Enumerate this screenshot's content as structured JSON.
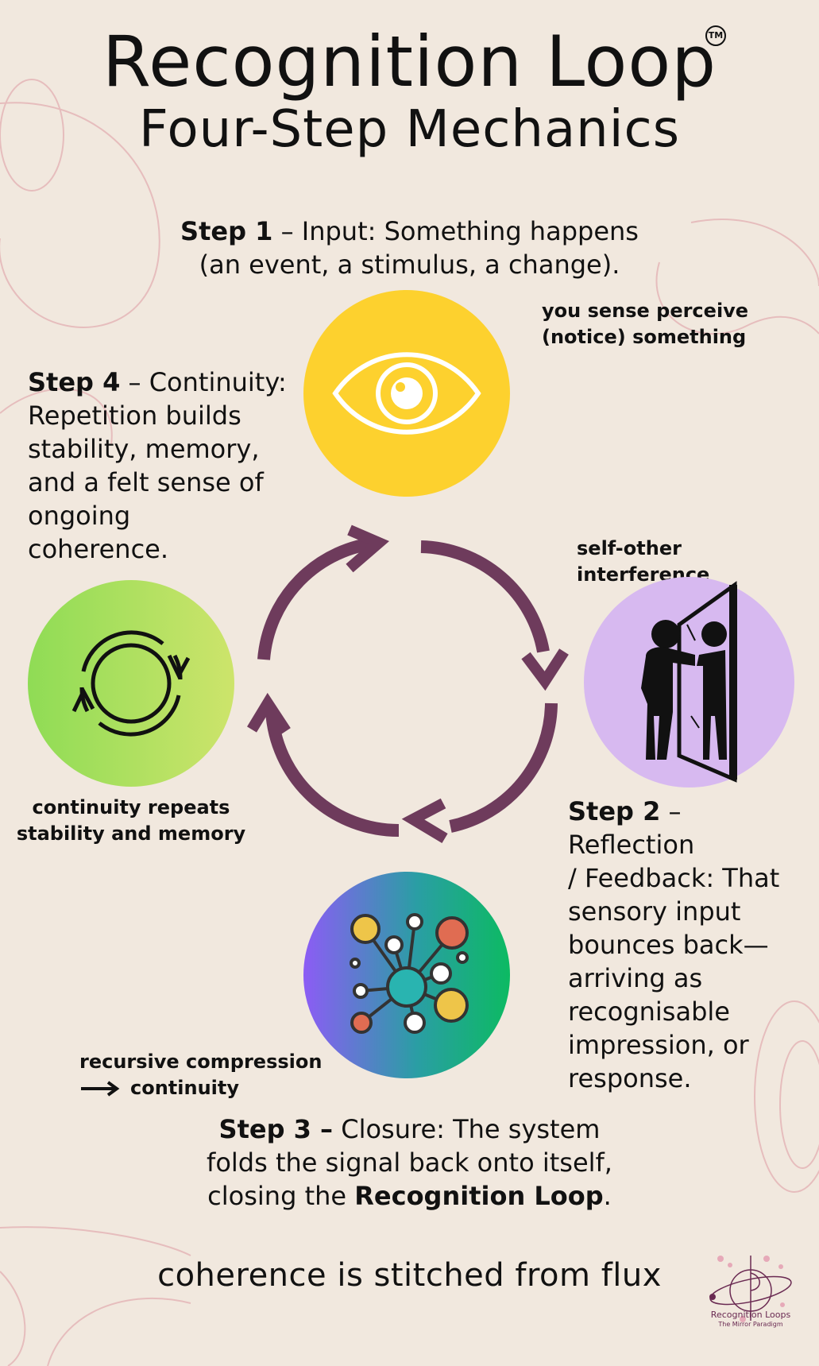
{
  "title": {
    "line1": "Recognition Loop",
    "trademark": "TM",
    "line2": "Four-Step Mechanics"
  },
  "steps": [
    {
      "label": "Step 1",
      "text_line1": " – Input: Something happens",
      "text_line2": "(an event, a stimulus, a change).",
      "note_line1": "you sense perceive",
      "note_line2": "(notice) something",
      "icon": "eye-icon",
      "color": "#fdd12e"
    },
    {
      "label": "Step 2",
      "lines": [
        " – Reflection",
        "/ Feedback: That",
        "sensory input",
        "bounces back—",
        "arriving as",
        "recognisable",
        "impression, or",
        "response."
      ],
      "note": "self-other interference",
      "icon": "mirror-figures-icon",
      "color": "#d7b9f0"
    },
    {
      "label": "Step 3 –",
      "text_line1": " Closure: The system",
      "text_line2": "folds the signal back onto itself,",
      "text_line3_prefix": "closing the ",
      "text_line3_bold": "Recognition Loop",
      "text_line3_suffix": ".",
      "note_line1": "recursive compression",
      "note_line2": "continuity",
      "icon": "network-nodes-icon"
    },
    {
      "label": "Step 4",
      "lines": [
        " – Continuity:",
        "Repetition builds",
        "stability, memory,",
        "and a felt sense of",
        "ongoing",
        "coherence."
      ],
      "note_line1": "continuity repeats",
      "note_line2": "stability and memory",
      "icon": "cycle-arrows-icon",
      "color": "#a8e05e"
    }
  ],
  "loop_arrow_color": "#6e3b5c",
  "footer": "coherence is stitched from flux",
  "brand": {
    "name": "Recognition Loops",
    "tagline": "The Mirror Paradigm"
  }
}
